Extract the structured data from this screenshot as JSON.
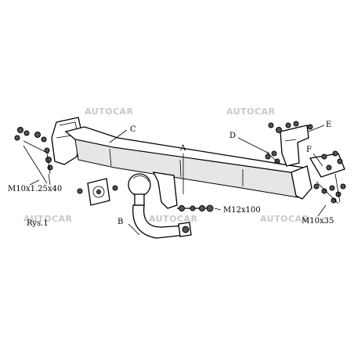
{
  "labels": {
    "A": "A",
    "B": "B",
    "C": "C",
    "D": "D",
    "E": "E",
    "F": "F"
  },
  "bolts": {
    "left": "M10x1.25x40",
    "center": "M12x100",
    "right": "M10x35"
  },
  "caption": "Rys.1",
  "watermark": "AUTOCAR"
}
